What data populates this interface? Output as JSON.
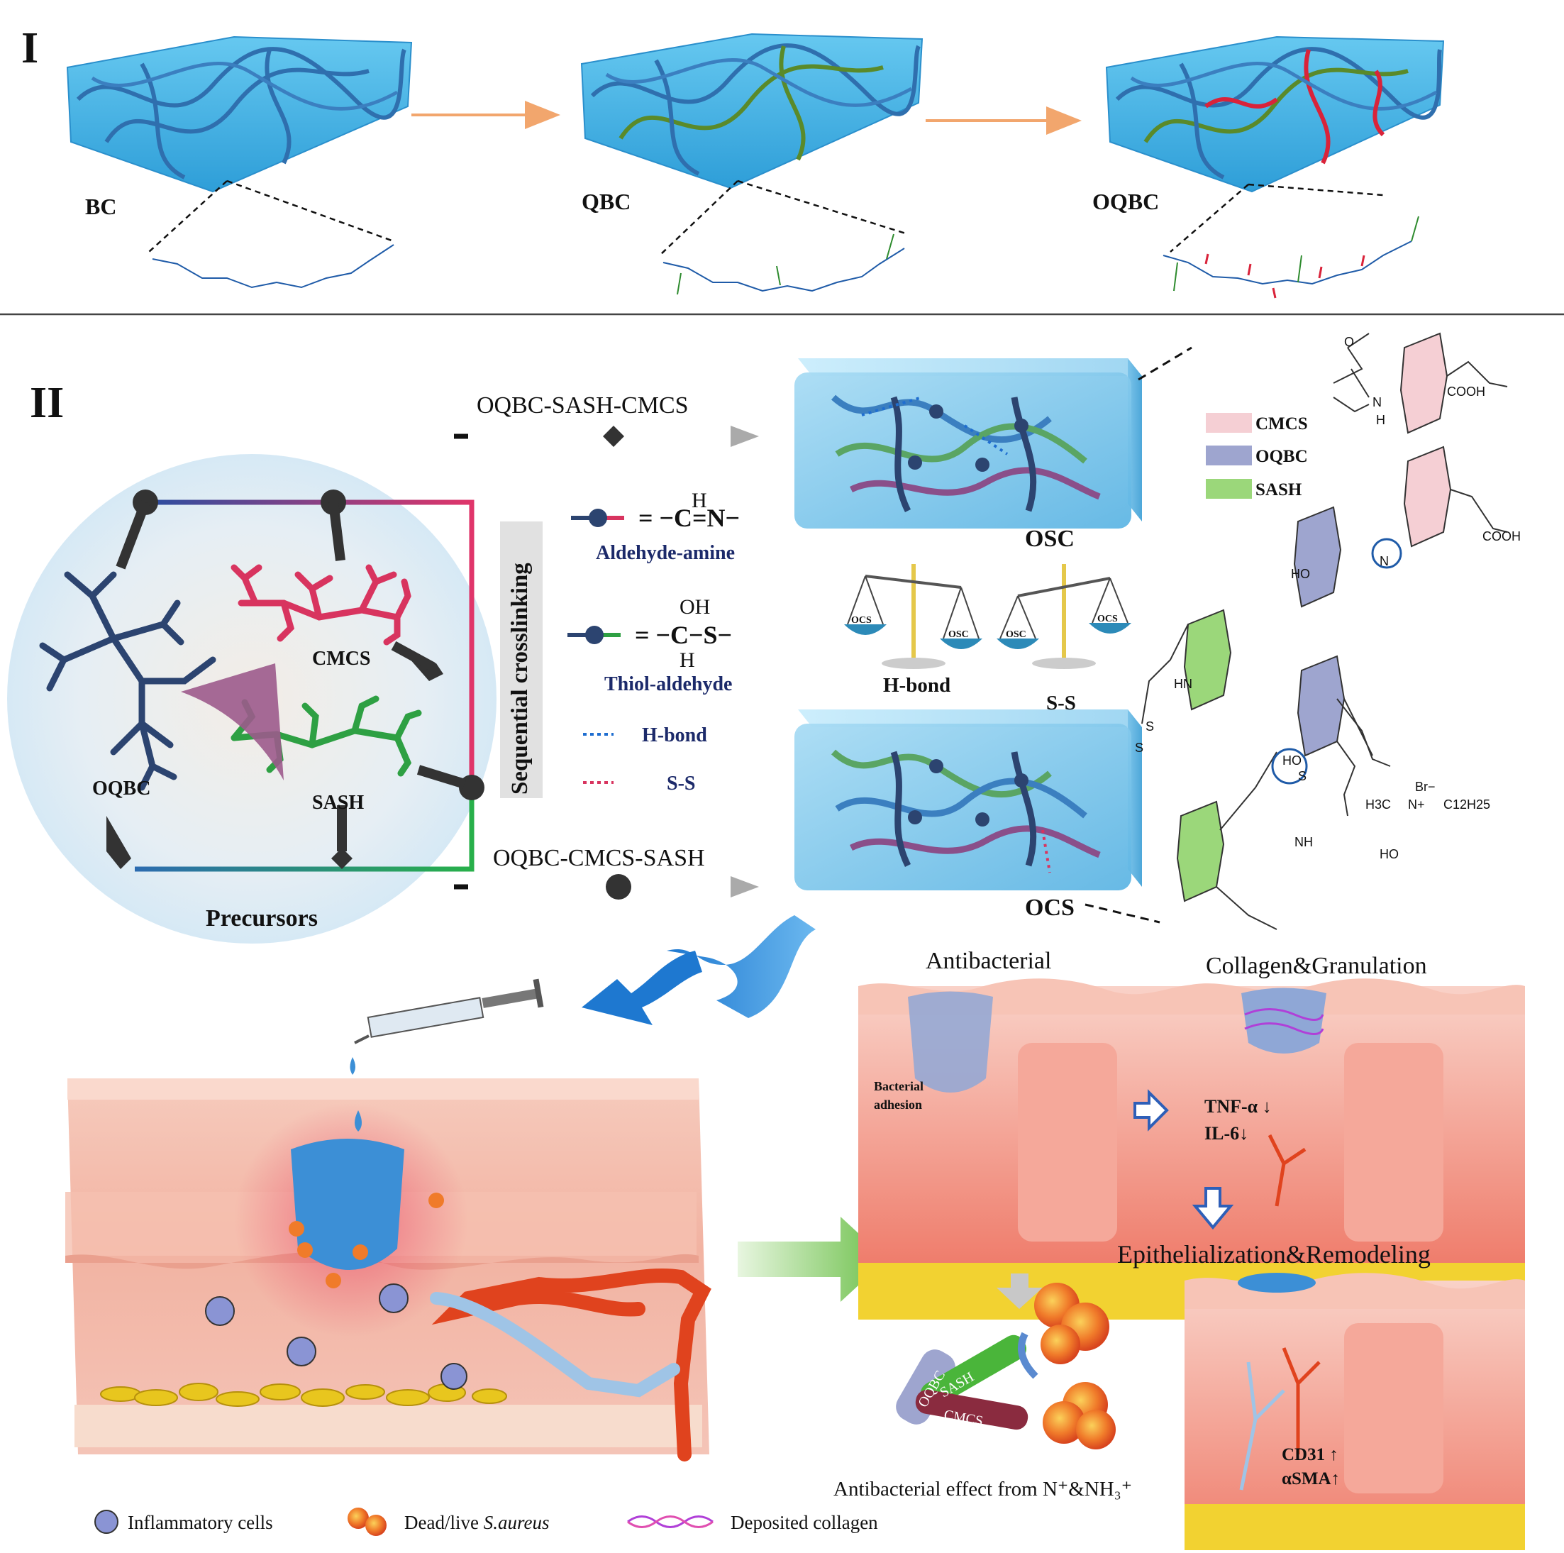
{
  "section_i": {
    "label": "I",
    "stages": [
      "BC",
      "QBC",
      "OQBC"
    ]
  },
  "section_ii": {
    "label": "II",
    "precursors": {
      "caption": "Precursors",
      "oqbc": "OQBC",
      "cmcs": "CMCS",
      "sash": "SASH"
    },
    "routes": {
      "top": "OQBC-SASH-CMCS",
      "bottom": "OQBC-CMCS-SASH",
      "process": "Sequential crosslinking"
    },
    "gels": {
      "top": "OSC",
      "bottom": "OCS"
    },
    "bonds": {
      "aldehyde_amine_formula": "= −C=N−",
      "aldehyde_amine_h": "H",
      "aldehyde_amine": "Aldehyde-amine",
      "thiol_aldehyde_formula": "= −C−S−",
      "thiol_aldehyde_oh": "OH",
      "thiol_aldehyde_h": "H",
      "thiol_aldehyde": "Thiol-aldehyde",
      "hbond": "H-bond",
      "ss": "S-S"
    },
    "balance": {
      "left_caption": "H-bond",
      "right_caption": "S-S",
      "left_pans": [
        "OCS",
        "OSC"
      ],
      "right_pans": [
        "OSC",
        "OCS"
      ]
    },
    "legend": {
      "cmcs": "CMCS",
      "oqbc": "OQBC",
      "sash": "SASH"
    },
    "chem": {
      "cooh1": "COOH",
      "cooh2": "COOH",
      "nh_top": "N",
      "h_top": "H",
      "o_amide": "O",
      "ho1": "HO",
      "n_ring": "N",
      "hn": "HN",
      "s1": "S",
      "s2": "S",
      "ho2": "HO",
      "s3": "S",
      "nh2": "NH",
      "br": "Br−",
      "h3c": "H3C",
      "nplus": "N+",
      "c12": "C12H25",
      "ho3": "HO"
    }
  },
  "healing": {
    "antibacterial": "Antibacterial",
    "collagen": "Collagen&Granulation",
    "epithelial": "Epithelialization&Remodeling",
    "bacterial_adhesion_1": "Bacterial",
    "bacterial_adhesion_2": "adhesion",
    "tnf": "TNF-α ↓",
    "il6": "IL-6↓",
    "cd31": "CD31 ↑",
    "asma": "αSMA↑",
    "mechanism": "Antibacterial effect from N⁺&NH₃⁺",
    "rods": {
      "oqbc": "OQBC",
      "sash": "SASH",
      "cmcs": "CMCS"
    }
  },
  "legend_bottom": {
    "inflammatory": "Inflammatory cells",
    "saureus_prefix": "Dead/live ",
    "saureus_species": "S.aureus",
    "collagen": "Deposited  collagen"
  },
  "colors": {
    "gel_blue": "#3fb0e6",
    "fiber_blue": "#2f6fae",
    "fiber_green": "#5a8a2a",
    "fiber_red": "#d9233a",
    "cmcs_pink": "#d8345f",
    "sash_green": "#2ea043",
    "oqbc_navy": "#2c4470",
    "skin_pink": "#f4b6a8",
    "arrow_orange": "#f2a66d"
  }
}
